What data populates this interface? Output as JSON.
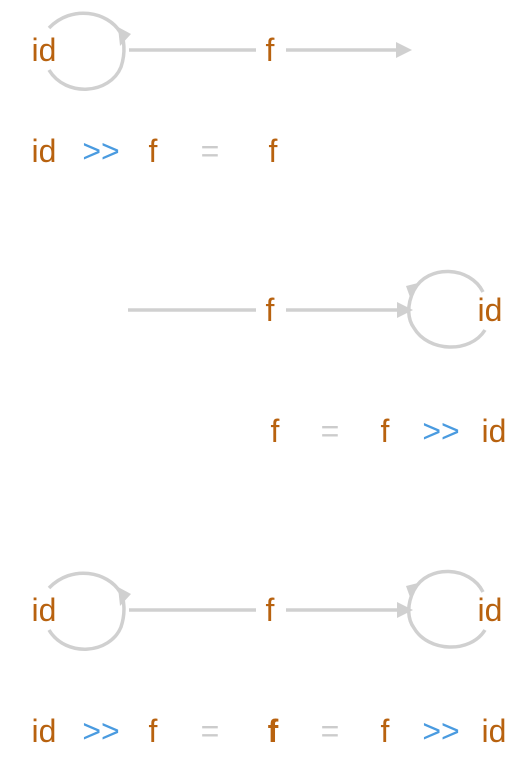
{
  "colors": {
    "identifier": "#b8620f",
    "operator": "#4a9be0",
    "equals": "#cccccc",
    "arrow": "#d0d0d0"
  },
  "diagrams": [
    {
      "nodes": {
        "left": "id",
        "middle": "f"
      },
      "equation": [
        "id",
        ">>",
        "f",
        "=",
        "f"
      ]
    },
    {
      "nodes": {
        "middle": "f",
        "right": "id"
      },
      "equation": [
        "f",
        "=",
        "f",
        ">>",
        "id"
      ]
    },
    {
      "nodes": {
        "left": "id",
        "middle": "f",
        "right": "id"
      },
      "equation": [
        "id",
        ">>",
        "f",
        "=",
        "f",
        "=",
        "f",
        ">>",
        "id"
      ]
    }
  ]
}
